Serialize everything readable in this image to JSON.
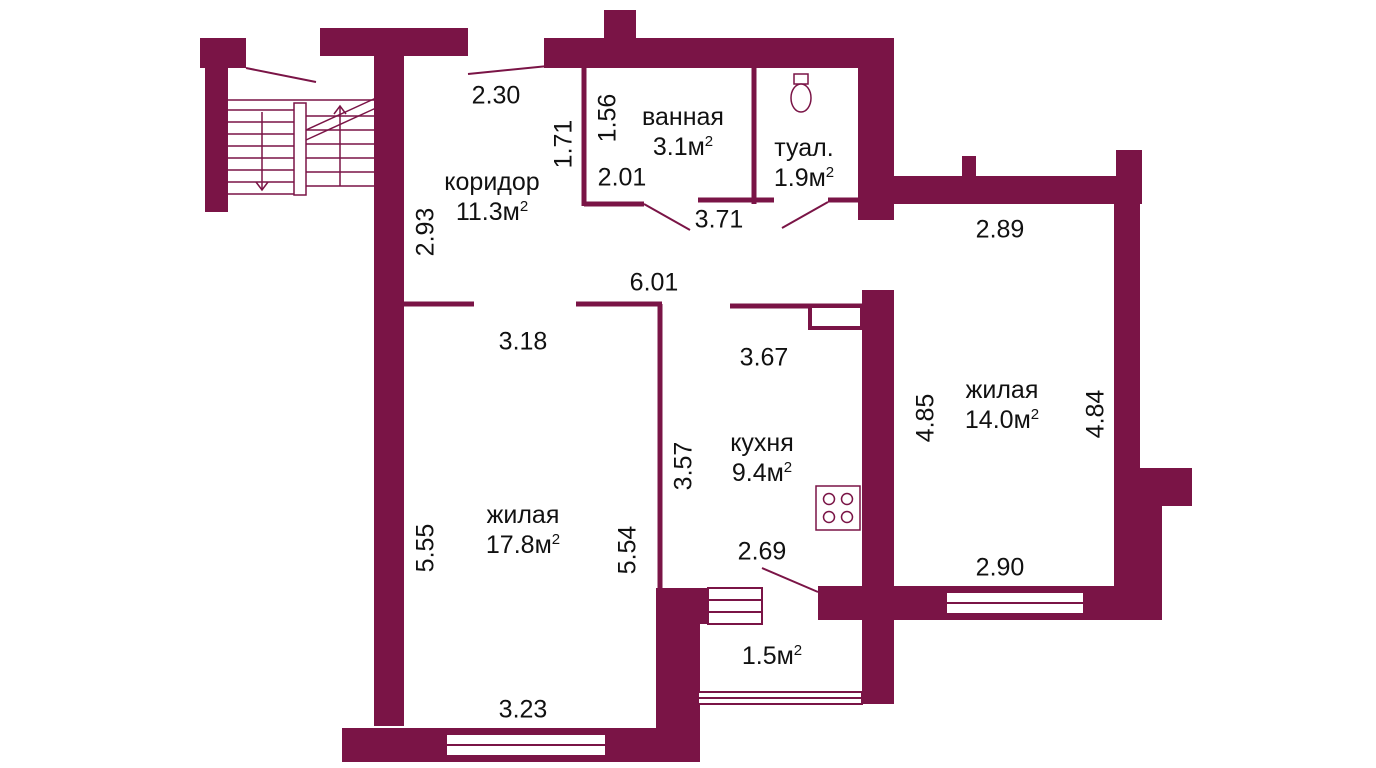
{
  "colors": {
    "wall": "#7a1446",
    "text": "#111111",
    "background": "#ffffff"
  },
  "area_unit": "м",
  "area_exponent": "2",
  "rooms": [
    {
      "id": "corridor",
      "name": "коридор",
      "area": "11.3"
    },
    {
      "id": "bathroom",
      "name": "ванная",
      "area": "3.1"
    },
    {
      "id": "toilet",
      "name": "туал.",
      "area": "1.9"
    },
    {
      "id": "kitchen",
      "name": "кухня",
      "area": "9.4"
    },
    {
      "id": "living-room-1",
      "name": "жилая",
      "area": "17.8"
    },
    {
      "id": "living-room-2",
      "name": "жилая",
      "area": "14.0"
    },
    {
      "id": "balcony",
      "name": "",
      "area": "1.5"
    }
  ],
  "dimensions": {
    "corridor_entrance_width": "2.30",
    "bathroom_height": "1.56",
    "bathroom_corridor_depth": "1.71",
    "bathroom_width": "2.01",
    "bath_toilet_total_width": "3.71",
    "corridor_height": "2.93",
    "living2_top_width": "2.89",
    "corridor_length": "6.01",
    "living1_top_width": "3.18",
    "kitchen_top_width": "3.67",
    "living2_left_height": "4.85",
    "living2_right_height": "4.84",
    "kitchen_height": "3.57",
    "living1_left_height": "5.55",
    "living1_right_height": "5.54",
    "kitchen_bottom_width": "2.69",
    "living2_bottom_width": "2.90",
    "living1_bottom_width": "3.23"
  }
}
